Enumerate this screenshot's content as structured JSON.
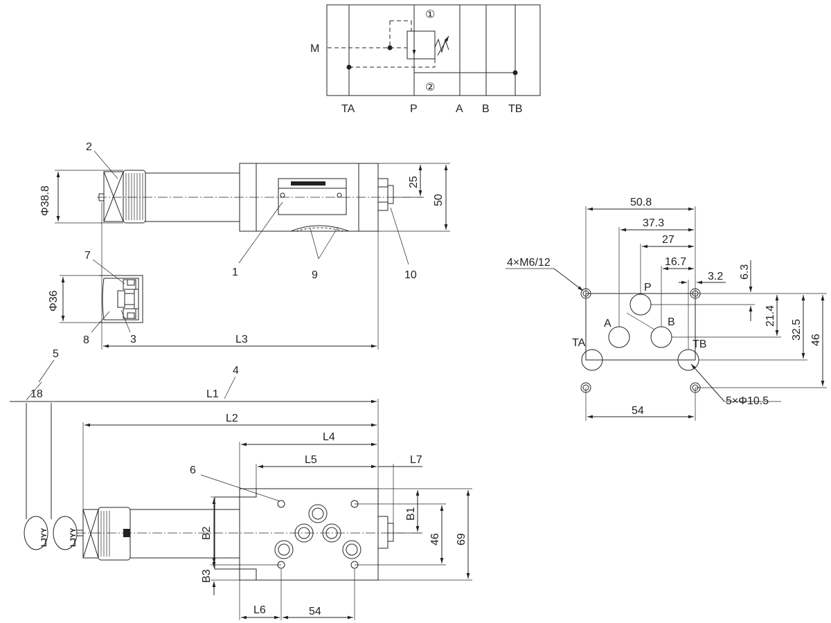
{
  "symbol": {
    "port_m": "M",
    "port_ta": "TA",
    "port_p": "P",
    "port_a": "A",
    "port_b": "B",
    "port_tb": "TB",
    "mark_1": "①",
    "mark_2": "②"
  },
  "side_view": {
    "dia_knob": "Φ38.8",
    "dia_cap": "Φ36",
    "dim_25": "25",
    "dim_50": "50",
    "dim_l3": "L3",
    "callouts": [
      "1",
      "2",
      "3",
      "7",
      "8",
      "9",
      "10"
    ]
  },
  "top_view": {
    "dim_l1": "L1",
    "dim_l2": "L2",
    "dim_l4": "L4",
    "dim_l5": "L5",
    "dim_l6": "L6",
    "dim_l7": "L7",
    "dim_18": "18",
    "dim_54": "54",
    "dim_46": "46",
    "dim_69": "69",
    "dim_b1": "B1",
    "dim_b2": "B2",
    "dim_b3": "B3",
    "callout_4": "4",
    "callout_5": "5",
    "callout_6": "6",
    "key_brand": "LJYY"
  },
  "mounting": {
    "dim_50_8": "50.8",
    "dim_37_3": "37.3",
    "dim_27": "27",
    "dim_16_7": "16.7",
    "dim_3_2": "3.2",
    "dim_6_3": "6.3",
    "dim_21_4": "21.4",
    "dim_32_5": "32.5",
    "dim_46": "46",
    "dim_54": "54",
    "thread_note": "4×M6/12",
    "hole_note": "5×Φ10.5",
    "port_ta": "TA",
    "port_p": "P",
    "port_a": "A",
    "port_b": "B",
    "port_tb": "TB"
  }
}
